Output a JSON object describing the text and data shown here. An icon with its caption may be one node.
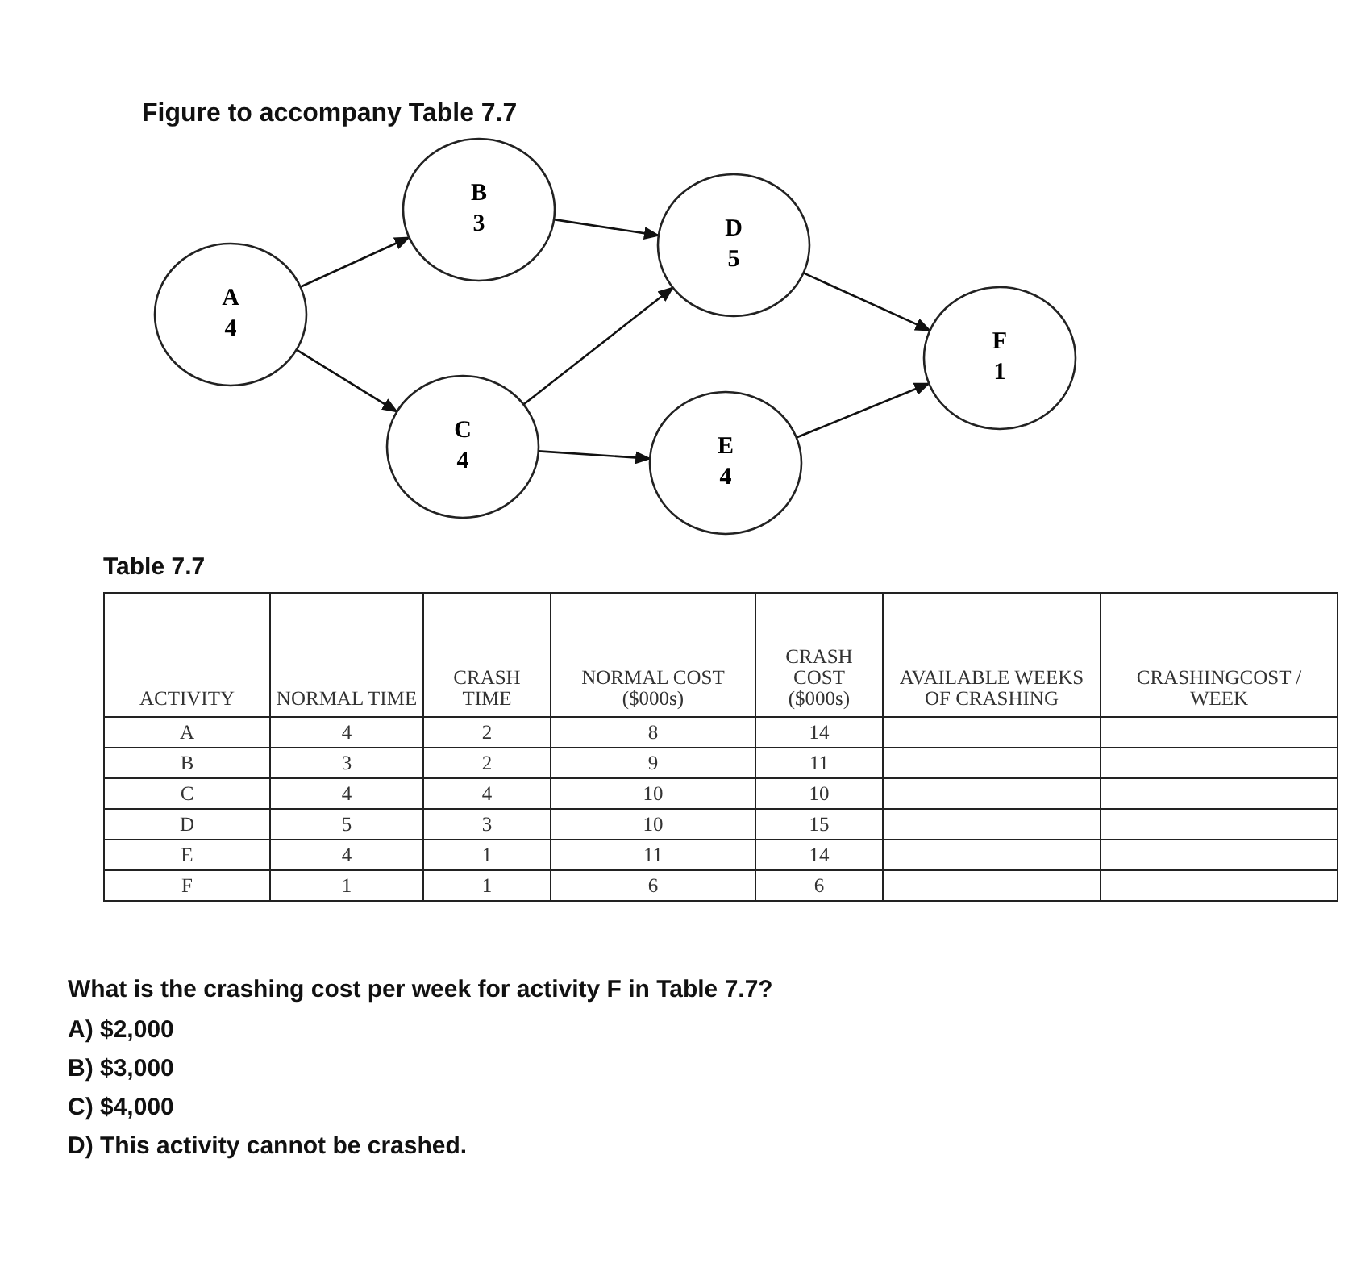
{
  "diagram": {
    "title": "Figure to accompany Table 7.7",
    "nodes": [
      {
        "text": [
          "A",
          "4"
        ]
      },
      {
        "text": [
          "B",
          "3"
        ]
      },
      {
        "text": [
          "C",
          "4"
        ]
      },
      {
        "text": [
          "D",
          "5"
        ]
      },
      {
        "text": [
          "E",
          "4"
        ]
      },
      {
        "text": [
          "F",
          "1"
        ]
      }
    ],
    "edges": [
      {
        "from": 0,
        "to": 1,
        "arrow": "to"
      },
      {
        "from": 0,
        "to": 2,
        "arrow": "to"
      },
      {
        "from": 1,
        "to": 3,
        "arrow": "to"
      },
      {
        "from": 2,
        "to": 3,
        "arrow": "to"
      },
      {
        "from": 2,
        "to": 4,
        "arrow": "to"
      },
      {
        "from": 3,
        "to": 5,
        "arrow": "to"
      },
      {
        "from": 4,
        "to": 5,
        "arrow": "to"
      }
    ],
    "labels": [
      "Table 7.7",
      "ACTIVITY",
      "NORMAL TIME",
      "CRASH TIME",
      "NORMAL COST ($000s)",
      "CRASH COST ($000s)",
      "AVAILABLE WEEKS OF CRASHING",
      "CRASHINGCOST / WEEK",
      "A",
      "4",
      "2",
      "8",
      "14",
      "B",
      "3",
      "2",
      "9",
      "11",
      "C",
      "4",
      "4",
      "10",
      "10",
      "D",
      "5",
      "3",
      "10",
      "15",
      "E",
      "4",
      "1",
      "11",
      "14",
      "F",
      "1",
      "1",
      "6",
      "6",
      "What is the crashing cost per week for activity F in Table 7.7?",
      "A) $2,000",
      "B) $3,000",
      "C) $4,000",
      "D) This activity cannot be crashed."
    ]
  }
}
